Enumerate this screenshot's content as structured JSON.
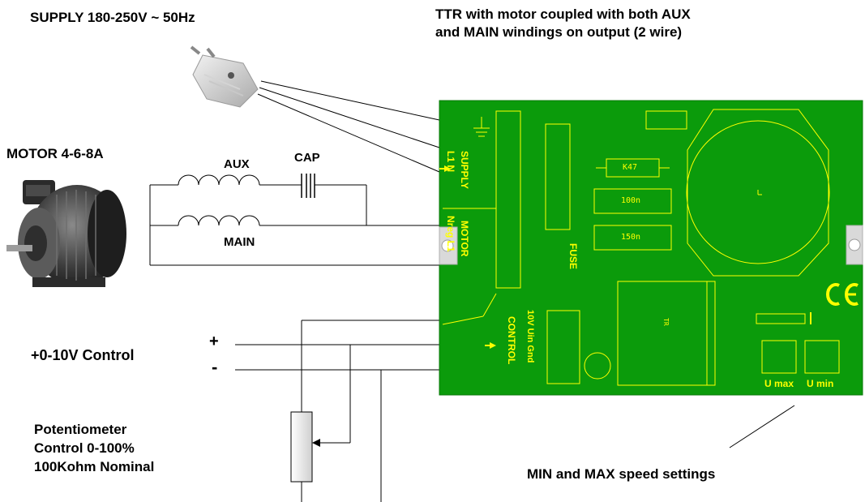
{
  "labels": {
    "supply": "SUPPLY 180-250V ~ 50Hz",
    "title_line1": "TTR with motor coupled with both AUX",
    "title_line2": "and MAIN windings on output (2 wire)",
    "motor": "MOTOR 4-6-8A",
    "aux": "AUX",
    "cap": "CAP",
    "main": "MAIN",
    "control": "+0-10V Control",
    "plus": "+",
    "minus": "-",
    "pot_line1": "Potentiometer",
    "pot_line2": "Control 0-100%",
    "pot_line3": "100Kohm Nominal",
    "speed": "MIN and MAX speed settings"
  },
  "pcb": {
    "supply_terms": "L1   N",
    "supply_label": "SUPPLY",
    "motor_terms": "Nreg   L1",
    "motor_label": "MOTOR",
    "control_terms": "10V  Uin  Gnd",
    "control_label": "CONTROL",
    "fuse": "FUSE",
    "r_k47": "K47",
    "c_100n": "100n",
    "c_150n": "150n",
    "tr": "TR",
    "ce": "CE",
    "umax": "U max",
    "umin": "U min",
    "board_color": "#0b9b0b",
    "silk_color": "#ffff00"
  }
}
